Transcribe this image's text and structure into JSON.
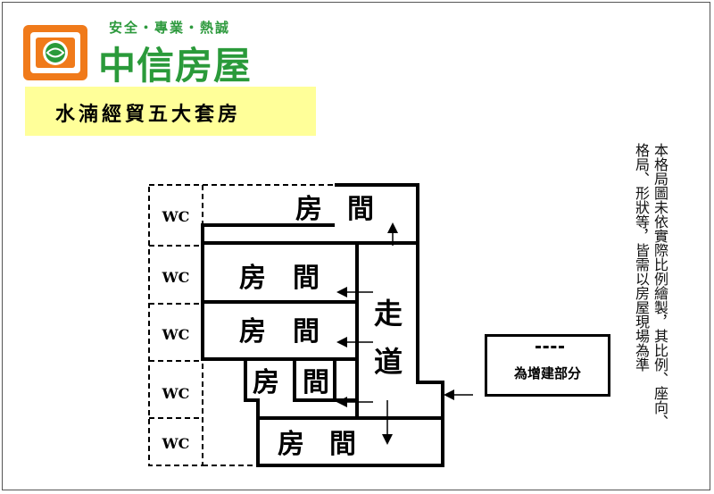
{
  "header": {
    "tagline": "安全・專業・熱誠",
    "brand": "中信房屋",
    "title": "水湳經貿五大套房"
  },
  "plan": {
    "wc_label": "WC",
    "room_label_a": "房",
    "room_label_b": "間",
    "corridor_a": "走",
    "corridor_b": "道"
  },
  "note": "本格局圖未依實際比例繪製，其比例、座向、格局、形狀等，皆需以房屋現場為準",
  "legend": {
    "text": "為增建部分"
  },
  "colors": {
    "brand_green": "#2a9a3a",
    "logo_orange": "#f07a1a",
    "title_band": "#ffff99"
  }
}
